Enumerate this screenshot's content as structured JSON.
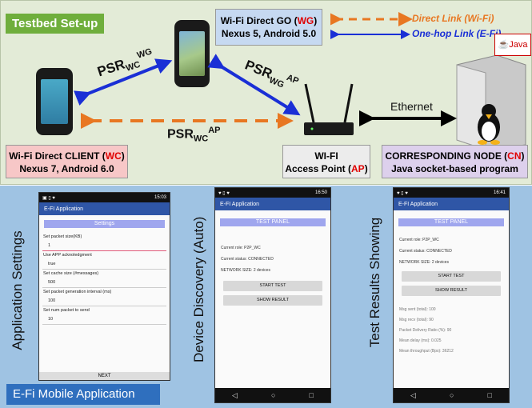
{
  "top": {
    "title": "Testbed Set-up",
    "go_box": {
      "line1_pre": "Wi-Fi Direct GO (",
      "line1_code": "WG",
      "line1_post": ")",
      "line2": "Nexus 5, Android 5.0"
    },
    "client_box": {
      "line1_pre": "Wi-Fi Direct CLIENT (",
      "line1_code": "WC",
      "line1_post": ")",
      "line2": "Nexus 7, Android 6.0"
    },
    "ap_box": {
      "line1": "WI-FI",
      "line2_pre": "Access Point (",
      "line2_code": "AP",
      "line2_post": ")"
    },
    "cn_box": {
      "line1_pre": "CORRESPONDING NODE (",
      "line1_code": "CN",
      "line1_post": ")",
      "line2": "Java socket-based  program"
    },
    "legend": {
      "direct": "Direct Link (Wi-Fi)",
      "onehop": "One-hop Link (E-Fi)"
    },
    "links": {
      "wc_wg": {
        "base": "PSR",
        "sub": "WC",
        "sup": "WG"
      },
      "wg_ap": {
        "base": "PSR",
        "sub": "WG",
        "sup": "AP"
      },
      "wc_ap": {
        "base": "PSR",
        "sub": "WC",
        "sup": "AP"
      }
    },
    "ethernet": "Ethernet",
    "java": "Java",
    "colors": {
      "direct": "#e87722",
      "onehop": "#1a2fd6",
      "ethernet": "#000000",
      "code": "#e00000"
    }
  },
  "bottom": {
    "title": "E-Fi Mobile Application",
    "side_labels": [
      "Application Settings",
      "Device  Discovery (Auto)",
      "Test Results Showing"
    ],
    "app_bar": "E-FI Application",
    "settings": {
      "time": "15:03",
      "header": "Settings",
      "fields": [
        {
          "label": "Set packet size(KB)",
          "value": "1"
        },
        {
          "label": "Use APP acknoledgment",
          "value": "true"
        },
        {
          "label": "Set cache size (#messages)",
          "value": "500"
        },
        {
          "label": "Set packet generation interval (ms)",
          "value": "100"
        },
        {
          "label": "Set num packet to send",
          "value": "10"
        }
      ],
      "next": "NEXT"
    },
    "discovery": {
      "time": "16:50",
      "header": "TEST PANEL",
      "role": "Current role: P2P_WC",
      "status": "Current status: CONNECTED",
      "size": "NETWORK SIZE: 2 devices",
      "start": "START TEST",
      "show": "SHOW RESULT"
    },
    "results": {
      "time": "16:41",
      "header": "TEST PANEL",
      "role": "Current role: P2P_WC",
      "status": "Current status: CONNECTED",
      "size": "NETWORK SIZE: 2 devices",
      "start": "START TEST",
      "show": "SHOW RESULT",
      "stats": [
        "Msg sent (total): 100",
        "Msg recv (total): 90",
        "Packet Delivery Ratio (%): 90",
        "Mean delay (ms): 0.025",
        "Mean throughput (Bps): 36212"
      ]
    },
    "nav": {
      "back": "◁",
      "home": "○",
      "recent": "□"
    }
  }
}
